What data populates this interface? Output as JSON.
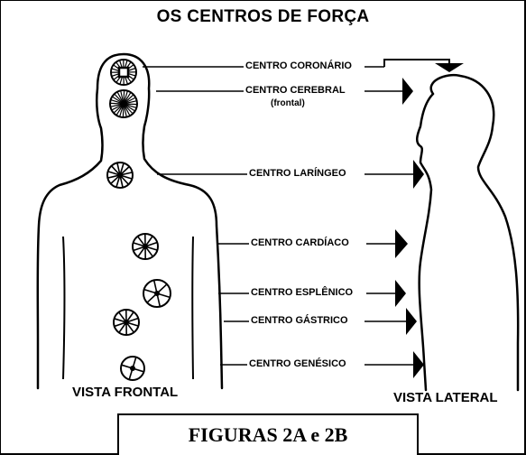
{
  "title": "OS CENTROS DE FORÇA",
  "centers": [
    {
      "label": "CENTRO CORONÁRIO"
    },
    {
      "label": "CENTRO CEREBRAL",
      "sublabel": "(frontal)"
    },
    {
      "label": "CENTRO LARÍNGEO"
    },
    {
      "label": "CENTRO CARDÍACO"
    },
    {
      "label": "CENTRO ESPLÊNICO"
    },
    {
      "label": "CENTRO GÁSTRICO"
    },
    {
      "label": "CENTRO GENÉSICO"
    }
  ],
  "views": {
    "frontal": "VISTA FRONTAL",
    "lateral": "VISTA LATERAL"
  },
  "figure_caption": "FIGURAS 2A e 2B"
}
